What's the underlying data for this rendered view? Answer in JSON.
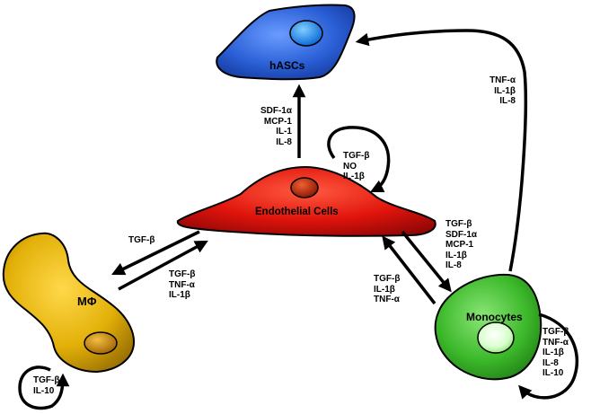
{
  "cells": {
    "hascs": {
      "name": "hASCs",
      "color": "#2a5fd6",
      "nucleus": "#1d8ff0"
    },
    "endothelial": {
      "name": "Endothelial Cells",
      "color": "#e0140c",
      "nucleus": "#c2300f"
    },
    "macrophage": {
      "name": "MΦ",
      "color": "#e2b008",
      "nucleus": "#c8860a"
    },
    "monocytes": {
      "name": "Monocytes",
      "color": "#3cb82a",
      "nucleus": "#d8ffcc"
    }
  },
  "signals": {
    "endo_to_hascs": [
      "SDF-1α",
      "MCP-1",
      "IL-1",
      "IL-8"
    ],
    "endo_self": [
      "TGF-β",
      "NO",
      "IL-1β"
    ],
    "mono_to_hascs": [
      "TNF-α",
      "IL-1β",
      "IL-8"
    ],
    "endo_to_macro": [
      "TGF-β"
    ],
    "macro_to_endo": [
      "TGF-β",
      "TNF-α",
      "IL-1β"
    ],
    "macro_self": [
      "TGF-β",
      "IL-10"
    ],
    "endo_to_mono": [
      "TGF-β",
      "SDF-1α",
      "MCP-1",
      "IL-1β",
      "IL-8"
    ],
    "mono_to_endo": [
      "TGF-β",
      "IL-1β",
      "TNF-α"
    ],
    "mono_self": [
      "TGF-β",
      "TNF-α",
      "IL-1β",
      "IL-8",
      "IL-10"
    ]
  }
}
